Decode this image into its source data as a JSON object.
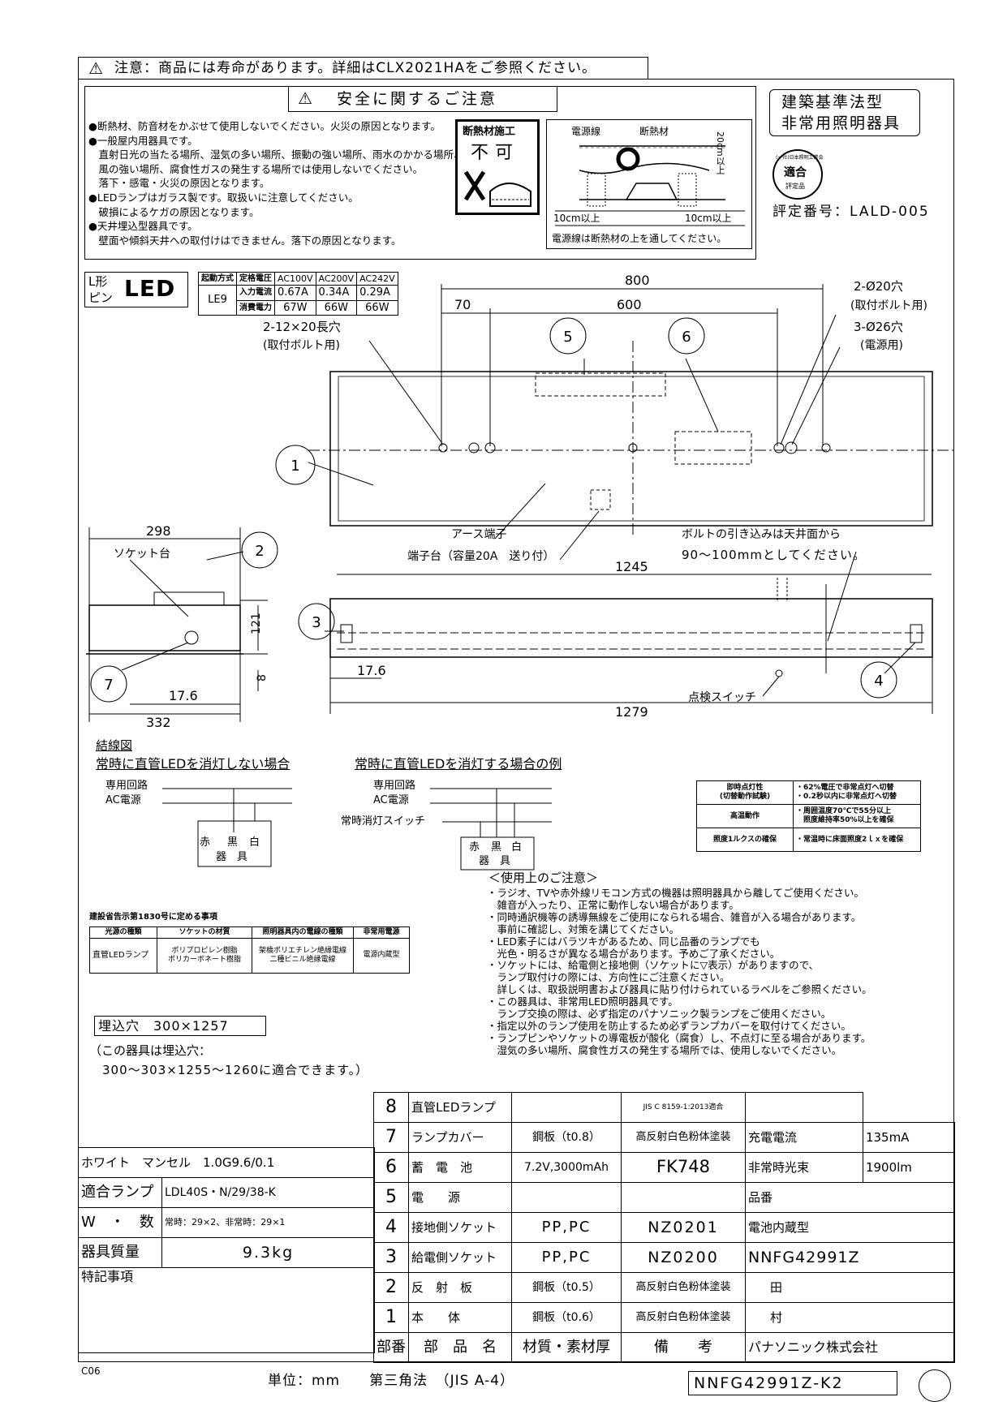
{
  "header": {
    "caution_symbol": "⚠",
    "caution_text": "注意：商品には寿命があります。詳細はCLX2021HAをご参照ください。"
  },
  "safety": {
    "title": "安全に関するご注意",
    "lines": [
      "●断熱材、防音材をかぶせて使用しないでください。火災の原因となります。",
      "●一般屋内用器具です。",
      "　直射日光の当たる場所、湿気の多い場所、振動の強い場所、雨水のかかる場所、",
      "　風の強い場所、腐食性ガスの発生する場所では使用しないでください。",
      "　落下・感電・火災の原因となります。",
      "●LEDランプはガラス製です。取扱いに注意してください。",
      "　破損によるケガの原因となります。",
      "●天井埋込型器具です。",
      "　壁面や傾斜天井への取付けはできません。落下の原因となります。"
    ],
    "insulation_label": "断熱材施工",
    "insulation_status": "不可",
    "diagram_power_wire": "電源線",
    "diagram_insulation": "断熱材",
    "diagram_20cm": "20cm以上",
    "diagram_10cm_left": "10cm以上",
    "diagram_10cm_right": "10cm以上",
    "diagram_note": "電源線は断熱材の上を通してください。"
  },
  "emergency": {
    "title_line1": "建築基準法型",
    "title_line2": "非常用照明器具",
    "seal_top": "(一社)日本照明工業会",
    "seal_center": "適合",
    "seal_bottom": "評定品",
    "rating_no": "評定番号：LALD-005"
  },
  "led_badge": {
    "l_form_1": "L形",
    "l_form_2": "ピン",
    "led": "LED"
  },
  "spec": {
    "header": [
      "起動方式",
      "定格電圧",
      "AC100V",
      "AC200V",
      "AC242V"
    ],
    "startup": "LE9",
    "rows": [
      [
        "入力電流",
        "0.67A",
        "0.34A",
        "0.29A"
      ],
      [
        "消費電力",
        "67W",
        "66W",
        "66W"
      ]
    ]
  },
  "drawing": {
    "dim_800": "800",
    "dim_70": "70",
    "dim_600": "600",
    "hole_20": "2-Ø20穴",
    "hole_20_note": "(取付ボルト用)",
    "hole_26": "3-Ø26穴",
    "hole_26_note": "(電源用)",
    "slot": "2-12×20長穴",
    "slot_note": "(取付ボルト用)",
    "callouts": [
      "1",
      "2",
      "3",
      "4",
      "5",
      "6",
      "7"
    ],
    "earth": "アース端子",
    "terminal": "端子台（容量20A　送り付）",
    "bolt_note_1": "ボルトの引き込みは天井面から",
    "bolt_note_2": "90～100mmとしてください。",
    "dim_1245": "1245",
    "dim_1279": "1279",
    "dim_17_6": "17.6",
    "dim_298": "298",
    "dim_332": "332",
    "dim_17_6b": "17.6",
    "dim_121": "121",
    "dim_8": "8",
    "socket_base": "ソケット台",
    "check_switch": "点検スイッチ"
  },
  "wiring": {
    "title": "結線図",
    "case1": "常時に直管LEDを消灯しない場合",
    "case2": "常時に直管LEDを消灯する場合の例",
    "circuit": "専用回路",
    "ac": "AC電源",
    "switch": "常時消灯スイッチ",
    "colors": [
      "赤",
      "黒",
      "白"
    ],
    "fixture": "器　具"
  },
  "perf": [
    [
      "即時点灯性\n(切替動作試験)",
      "・62%電圧で非常点灯へ切替\n・0.2秒以内に非常点灯へ切替"
    ],
    [
      "高温動作",
      "・周囲温度70℃で55分以上\n　照度維持率50%以上を確保"
    ],
    [
      "照度1ルクスの確保",
      "・常温時に床面照度2ｌｘを確保"
    ]
  ],
  "ministry": {
    "title": "建設省告示第1830号に定める事項",
    "headers": [
      "光源の種類",
      "ソケットの材質",
      "照明器具内の電線の種類",
      "非常用電源"
    ],
    "row": [
      "直管LEDランプ",
      "ポリプロピレン樹脂\nポリカーボネート樹脂",
      "架橋ポリエチレン絶縁電線\n二種ビニル絶縁電線",
      "電源内蔵型"
    ]
  },
  "notes": {
    "title": "＜使用上のご注意＞",
    "lines": [
      "・ラジオ、TVや赤外線リモコン方式の機器は照明器具から離してご使用ください。",
      "　雑音が入ったり、正常に動作しない場合があります。",
      "・同時通訳機等の誘導無線をご使用になられる場合、雑音が入る場合があります。",
      "　事前に確認し、対策を講じてください。",
      "・LED素子にはバラツキがあるため、同じ品番のランプでも",
      "　光色・明るさが異なる場合があります。予めご了承ください。",
      "・ソケットには、給電側と接地側（ソケットに▽表示）がありますので、",
      "　ランプ取付けの際には、方向性にご注意ください。",
      "　詳しくは、取扱説明書および器具に貼り付けられているラベルをご参照ください。",
      "・この器具は、非常用LED照明器具です。",
      "　ランプ交換の際は、必ず指定のパナソニック製ランプをご使用ください。",
      "・指定以外のランプ使用を防止するため必ずランプカバーを取付けてください。",
      "・ランプピンやソケットの導電板が酸化（腐食）し、不点灯に至る場合があります。",
      "　湿気の多い場所、腐食性ガスの発生する場所では、使用しないでください。"
    ]
  },
  "embed": {
    "hole": "埋込穴　300×1257",
    "note1": "（この器具は埋込穴：",
    "note2": "　300～303×1255～1260に適合できます。）"
  },
  "parts": {
    "rows": [
      [
        "8",
        "直管LEDランプ",
        "",
        "JIS C 8159-1:2013適合"
      ],
      [
        "7",
        "ランプカバー",
        "鋼板（t0.8）",
        "高反射白色粉体塗装"
      ],
      [
        "6",
        "蓄　電　池",
        "7.2V,3000mAh",
        "FK748"
      ],
      [
        "5",
        "電　　源",
        "",
        ""
      ],
      [
        "4",
        "接地側ソケット",
        "PP,PC",
        "NZ0201"
      ],
      [
        "3",
        "給電側ソケット",
        "PP,PC",
        "NZ0200"
      ],
      [
        "2",
        "反　射　板",
        "鋼板（t0.5）",
        "高反射白色粉体塗装"
      ],
      [
        "1",
        "本　　体",
        "鋼板（t0.6）",
        "高反射白色粉体塗装"
      ]
    ],
    "footer": [
      "部番",
      "部　品　名",
      "材質・素材厚",
      "備　　考"
    ],
    "charge_label": "充電電流",
    "charge_value": "135mA",
    "flux_label": "非常時光束",
    "flux_value": "1900lm",
    "hinban_label": "品番",
    "type": "電池内蔵型",
    "model": "NNFG42991Z",
    "sign1": "田",
    "sign2": "村",
    "company": "パナソニック株式会社"
  },
  "left_info": {
    "color": "ホワイト　マンセル　1.0G9.6/0.1",
    "lamp_label": "適合ランプ",
    "lamp_value": "LDL40S・N/29/38-K",
    "watt_label": "W　・　数",
    "watt_value": "常時：29×2、非常時：29×1",
    "mass_label": "器具質量",
    "mass_value": "9.3kg",
    "special_label": "特記事項"
  },
  "footer": {
    "code": "C06",
    "unit": "単位：mm　　第三角法　（JIS A-4）",
    "drawing_no": "NNFG42991Z-K2"
  }
}
